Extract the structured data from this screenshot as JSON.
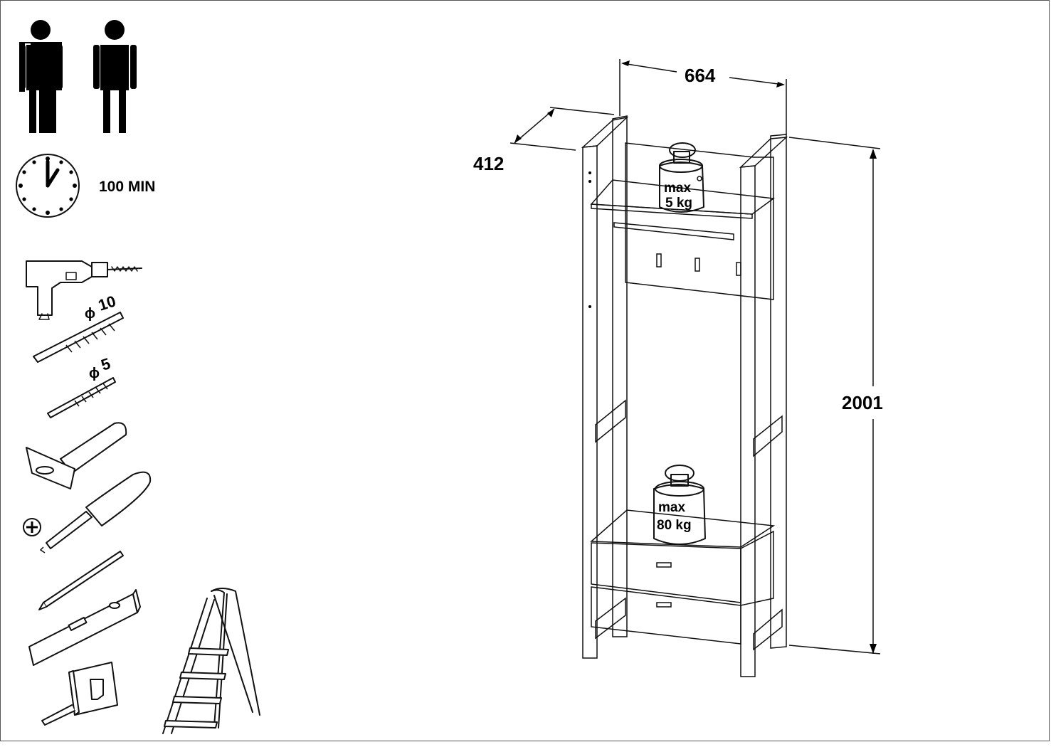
{
  "assembly": {
    "people_count": 2,
    "time_label": "100 MIN"
  },
  "tools": {
    "drill_bit_large_label": "10",
    "drill_bit_small_label": "5",
    "diameter_symbol": "ϕ",
    "screwdriver_type_symbol": "+"
  },
  "dimensions": {
    "width": "664",
    "depth": "412",
    "height": "2001"
  },
  "load_limits": {
    "upper_shelf_line1": "max",
    "upper_shelf_line2": "5 kg",
    "lower_shelf_line1": "max",
    "lower_shelf_line2": "80 kg"
  },
  "colors": {
    "line": "#111111",
    "panel_fill": "#d6d6d6",
    "shelf_fill": "#e4e4e4",
    "frame_fill": "#ffffff"
  }
}
